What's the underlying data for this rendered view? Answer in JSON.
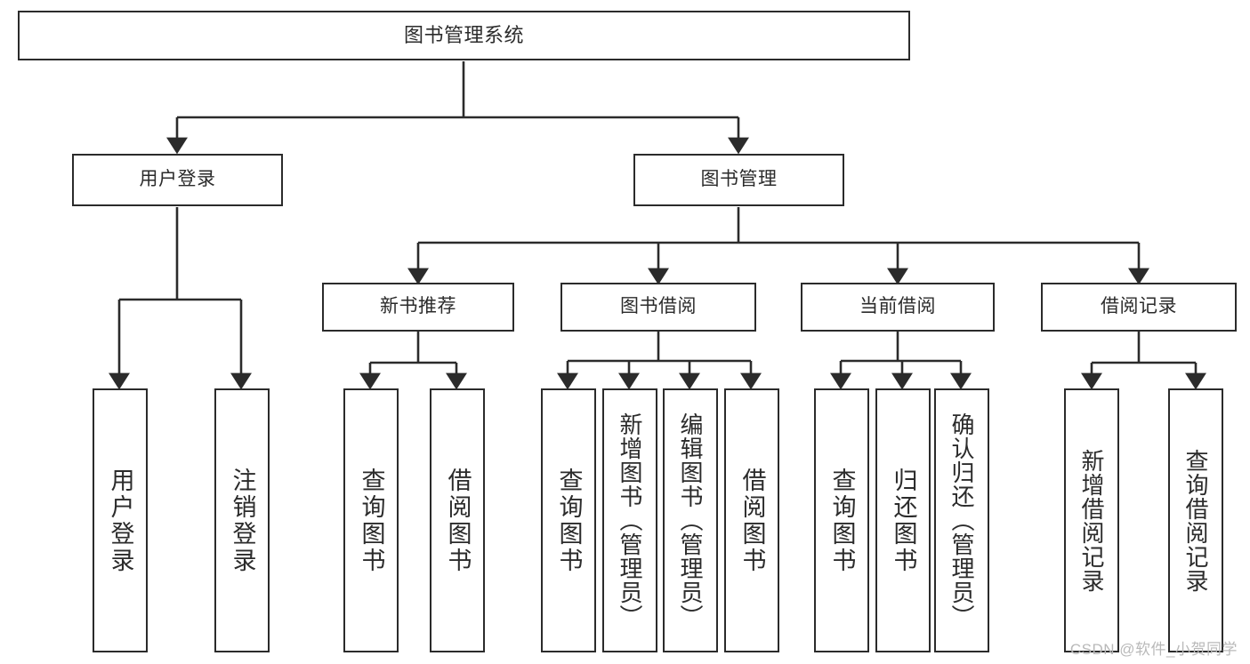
{
  "diagram": {
    "title": "图书管理系统",
    "type": "tree-hierarchy-chart",
    "watermark": "CSDN @软件_小贺同学",
    "colors": {
      "stroke": "#2b2b2b",
      "fill": "#ffffff",
      "watermark": "#b9b9b9"
    },
    "nodes": {
      "root": {
        "label": "图书管理系统"
      },
      "level2": [
        {
          "label": "用户登录"
        },
        {
          "label": "图书管理"
        }
      ],
      "level3": [
        {
          "label": "新书推荐"
        },
        {
          "label": "图书借阅"
        },
        {
          "label": "当前借阅"
        },
        {
          "label": "借阅记录"
        }
      ],
      "leaves_user_login": [
        {
          "label": "用户登录"
        },
        {
          "label": "注销登录"
        }
      ],
      "leaves_new_books": [
        {
          "label": "查询图书"
        },
        {
          "label": "借阅图书"
        }
      ],
      "leaves_borrow": [
        {
          "label": "查询图书"
        },
        {
          "label": "新增图书（管理员）"
        },
        {
          "label": "编辑图书（管理员）"
        },
        {
          "label": "借阅图书"
        }
      ],
      "leaves_current": [
        {
          "label": "查询图书"
        },
        {
          "label": "归还图书"
        },
        {
          "label": "确认归还（管理员）"
        }
      ],
      "leaves_records": [
        {
          "label": "新增借阅记录"
        },
        {
          "label": "查询借阅记录"
        }
      ]
    }
  }
}
